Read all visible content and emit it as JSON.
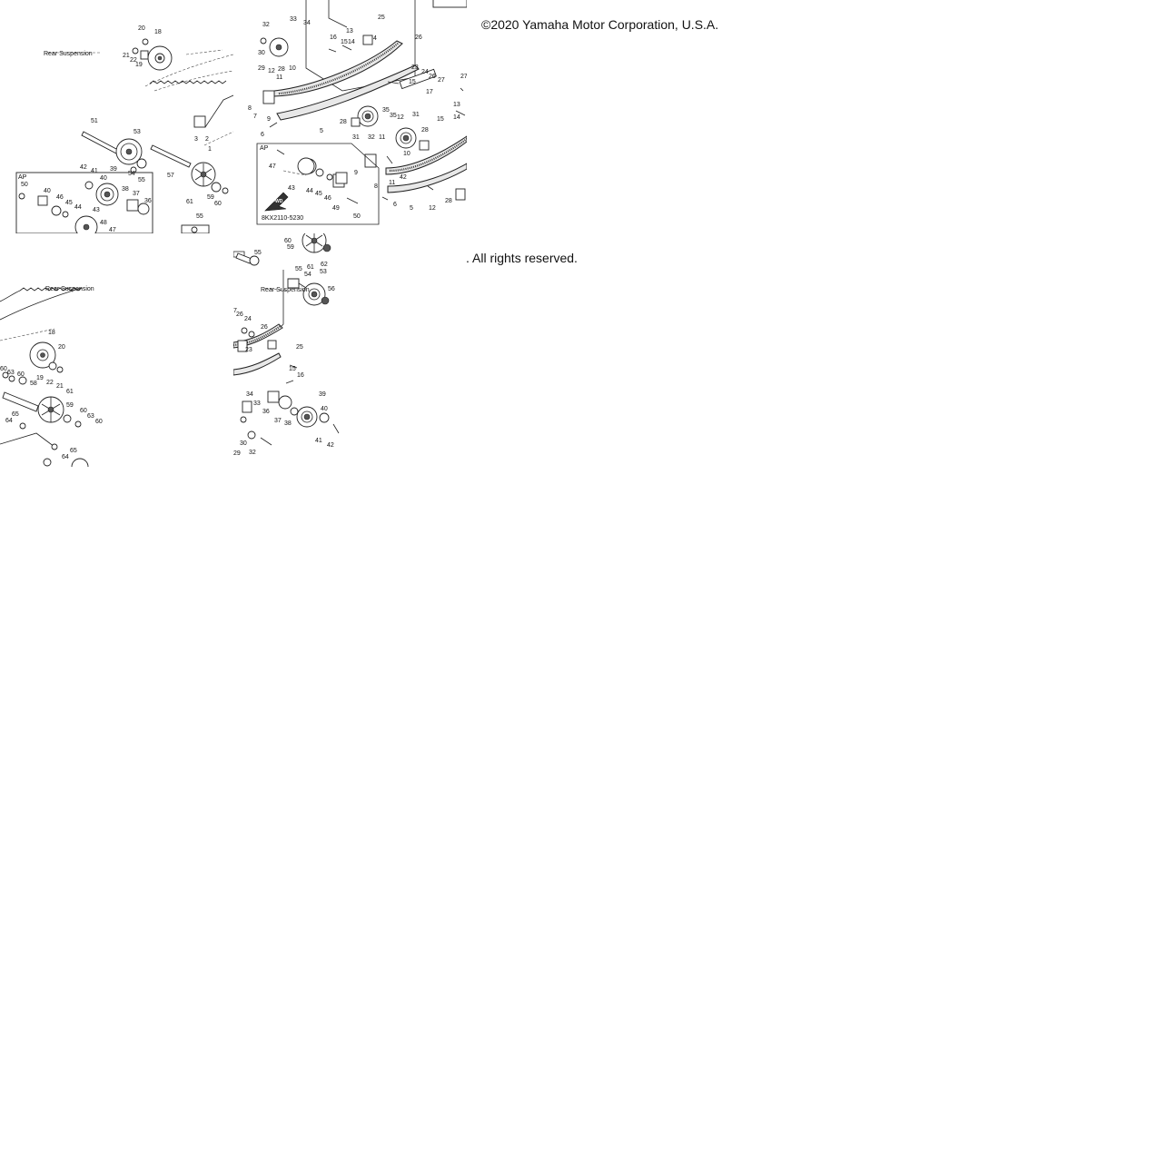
{
  "copyright_text": "©2020 Yamaha Motor Corporation, U.S.A.",
  "rights_text": ". All rights reserved.",
  "tile_b": {
    "ap_label": "AP",
    "diagram_code": "8KX2110-5230",
    "fwd_label": "FWD"
  },
  "tile_a": {
    "ap_label": "AP"
  },
  "callouts": {
    "a": [
      "20",
      "18",
      "21",
      "22",
      "19",
      "3",
      "2",
      "1",
      "51",
      "53",
      "54",
      "55",
      "57",
      "42",
      "41",
      "39",
      "40",
      "38",
      "37",
      "36",
      "61",
      "59",
      "60",
      "50",
      "46",
      "45",
      "44",
      "43",
      "48",
      "47",
      "55",
      "40"
    ],
    "b": [
      "32",
      "33",
      "34",
      "25",
      "13",
      "15",
      "14",
      "16",
      "4",
      "26",
      "30",
      "29",
      "28",
      "10",
      "12",
      "11",
      "8",
      "7",
      "9",
      "6",
      "23",
      "24",
      "26",
      "27",
      "15",
      "17",
      "28",
      "31",
      "32",
      "11",
      "35",
      "35",
      "12",
      "31",
      "28",
      "10",
      "15",
      "14",
      "5",
      "5",
      "12",
      "6",
      "47",
      "43",
      "44",
      "45",
      "46",
      "49",
      "50",
      "9",
      "8",
      "11",
      "42",
      "28",
      "13",
      "27"
    ],
    "c": [
      "18",
      "20",
      "60",
      "63",
      "60",
      "19",
      "22",
      "21",
      "58",
      "61",
      "59",
      "60",
      "63",
      "60",
      "64",
      "65",
      "65",
      "64"
    ],
    "d": [
      "60",
      "59",
      "55",
      "62",
      "55",
      "54",
      "61",
      "53",
      "56",
      "26",
      "24",
      "26",
      "7",
      "23",
      "25",
      "15",
      "16",
      "34",
      "33",
      "36",
      "37",
      "38",
      "39",
      "40",
      "41",
      "42",
      "30",
      "32",
      "29"
    ]
  }
}
